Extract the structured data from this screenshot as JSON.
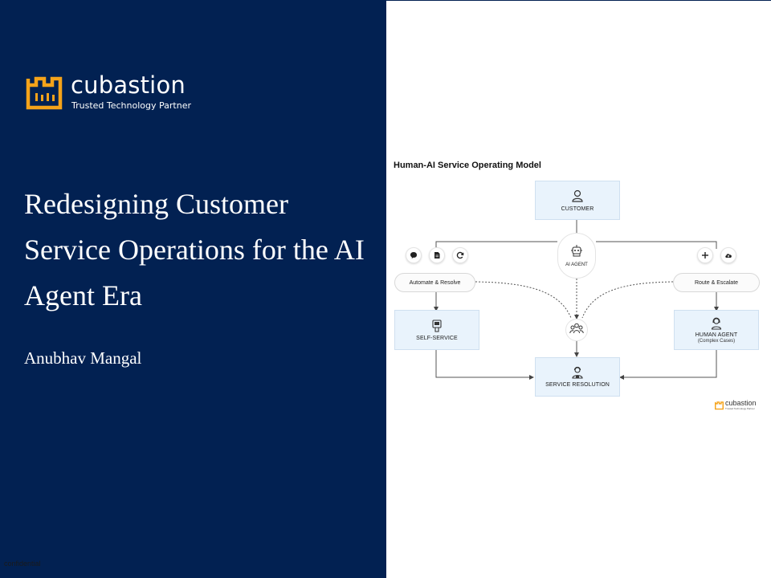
{
  "brand": {
    "name": "cubastion",
    "tagline": "Trusted Technology Partner",
    "colors": {
      "navy": "#022152",
      "accent": "#f5a31a",
      "box": "#e9f3fc"
    }
  },
  "slide": {
    "title": "Redesigning Customer Service Operations for the AI Agent Era",
    "author": "Anubhav Mangal",
    "footer": "confidential"
  },
  "diagram": {
    "title": "Human-AI Service Operating Model",
    "customer": {
      "label": "CUSTOMER",
      "icon": "person-icon"
    },
    "ai_agent": {
      "label": "AI AGENT",
      "icon": "robot-icon"
    },
    "left_pill": "Automate & Resolve",
    "right_pill": "Route & Escalate",
    "self_service": {
      "label": "SELF-SERVICE",
      "icon": "kiosk-icon"
    },
    "human_agent": {
      "label": "HUMAN AGENT",
      "sublabel": "(Complex Cases)",
      "icon": "agent-icon"
    },
    "collaboration": {
      "icon": "group-icon"
    },
    "resolution": {
      "label": "SERVICE RESOLUTION",
      "icon": "support-icon"
    },
    "left_icons": [
      "chat-icon",
      "document-icon",
      "refresh-icon"
    ],
    "right_icons": [
      "route-icon",
      "cloud-icon"
    ],
    "watermark": {
      "name": "cubastion",
      "tagline": "Trusted Technology Partner"
    }
  }
}
